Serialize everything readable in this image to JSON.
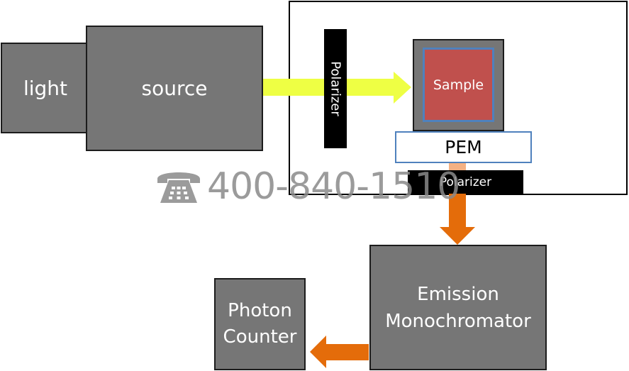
{
  "blocks": {
    "light": "light",
    "source": "source",
    "polarizer_vertical": "Polarizer",
    "sample": "Sample",
    "pem": "PEM",
    "polarizer_horizontal": "Polarizer",
    "emission": "Emission Monochromator",
    "photon_counter": "Photon Counter"
  },
  "watermark": {
    "phone": "400-840-1510"
  },
  "colors": {
    "block_fill": "#767676",
    "block_border": "#1c1c1c",
    "sample_fill": "#c0504d",
    "sample_border": "#4f81bd",
    "pem_border": "#4f81bd",
    "beam_yellow": "#eeff44",
    "beam_orange": "#e46c0a",
    "beam_orange_light": "#f4b183",
    "polarizer_fill": "#000000",
    "watermark": "#8a8a8a"
  },
  "icons": [
    "telephone-icon"
  ]
}
